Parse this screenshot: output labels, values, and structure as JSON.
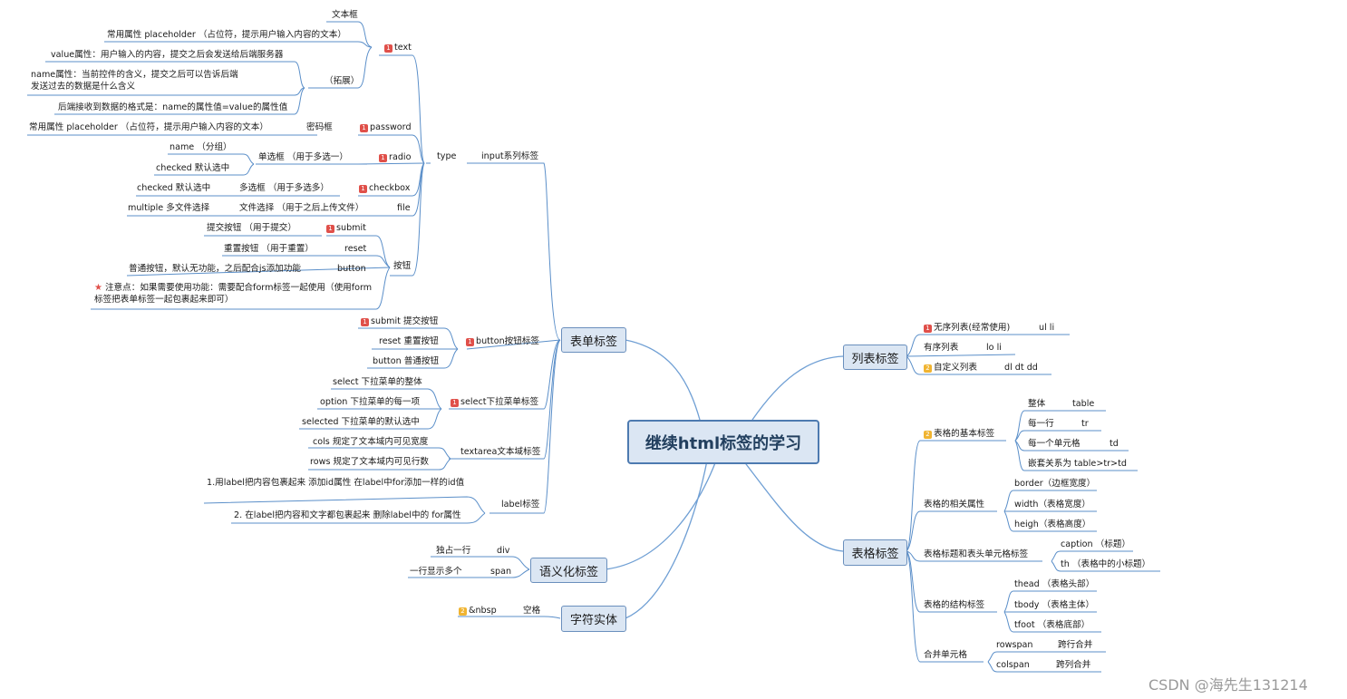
{
  "root": "继续html标签的学习",
  "branches": {
    "form": "表单标签",
    "semantic": "语义化标签",
    "entity": "字符实体",
    "list": "列表标签",
    "table": "表格标签"
  },
  "form": {
    "input": "input系列标签",
    "type": "type",
    "text": "text",
    "text_textbox": "文本框",
    "text_placeholder": "常用属性 placeholder （占位符，提示用户输入内容的文本）",
    "text_expand": "（拓展）",
    "text_value": "value属性：用户输入的内容，提交之后会发送给后端服务器",
    "text_name": "name属性：当前控件的含义，提交之后可以告诉后端发送过去的数据是什么含义",
    "text_format": "后端接收到数据的格式是：name的属性值=value的属性值",
    "password": "password",
    "password_box": "密码框",
    "password_placeholder": "常用属性 placeholder （占位符，提示用户输入内容的文本）",
    "radio": "radio",
    "radio_single": "单选框 （用于多选一）",
    "radio_name": "name （分组）",
    "radio_checked": "checked 默认选中",
    "checkbox": "checkbox",
    "checkbox_multi": "多选框 （用于多选多）",
    "checkbox_checked": "checked 默认选中",
    "file": "file",
    "file_select": "文件选择 （用于之后上传文件）",
    "file_multiple": "multiple 多文件选择",
    "btn": "按钮",
    "submit": "submit",
    "submit_desc": "提交按钮 （用于提交）",
    "reset": "reset",
    "reset_desc": "重置按钮 （用于重置）",
    "button": "button",
    "button_desc": "普通按钮，默认无功能，之后配合js添加功能",
    "note": "注意点：如果需要使用功能：需要配合form标签一起使用（使用form标签把表单标签一起包裹起来即可）",
    "buttontag": "button按钮标签",
    "bt_submit": "submit 提交按钮",
    "bt_reset": "reset 重置按钮",
    "bt_button": "button 普通按钮",
    "select": "select下拉菜单标签",
    "sel_select": "select 下拉菜单的整体",
    "sel_option": "option 下拉菜单的每一项",
    "sel_selected": "selected 下拉菜单的默认选中",
    "textarea": "textarea文本域标签",
    "ta_cols": "cols 规定了文本域内可见宽度",
    "ta_rows": "rows 规定了文本域内可见行数",
    "label": "label标签",
    "label_1": "1.用label把内容包裹起来  添加id属性   在label中for添加一样的id值",
    "label_2": "2. 在label把内容和文字都包裹起来  删除label中的 for属性"
  },
  "semantic": {
    "div": "div",
    "div_desc": "独占一行",
    "span": "span",
    "span_desc": "一行显示多个"
  },
  "entity": {
    "space": "空格",
    "nbsp": "&nbsp"
  },
  "list": {
    "ul_title": "无序列表(经常使用)",
    "ul": "ul   li",
    "ol_title": "有序列表",
    "ol": "lo li",
    "dl_title": "自定义列表",
    "dl": "dl  dt dd"
  },
  "table": {
    "basic": "表格的基本标签",
    "whole": "整体",
    "table": "table",
    "row": "每一行",
    "tr": "tr",
    "cell": "每一个单元格",
    "td": "td",
    "nest": "嵌套关系为 table>tr>td",
    "attrs": "表格的相关属性",
    "border": "border（边框宽度）",
    "width": "width（表格宽度）",
    "heigh": "heigh（表格高度）",
    "caption_group": "表格标题和表头单元格标签",
    "caption": "caption （标题）",
    "th": "th （表格中的小标题）",
    "structure": "表格的结构标签",
    "thead": "thead （表格头部）",
    "tbody": "tbody （表格主体）",
    "tfoot": "tfoot （表格底部）",
    "merge": "合并单元格",
    "rowspan": "rowspan",
    "rowspan_desc": "跨行合并",
    "colspan": "colspan",
    "colspan_desc": "跨列合并"
  },
  "markers": {
    "priority_1": "1",
    "priority_2": "2"
  },
  "colors": {
    "line": "#5b8fc9",
    "box_fill": "#dbe6f3",
    "box_border": "#6a8fbd",
    "root_border": "#4d7ab0",
    "marker_red": "#e0504a",
    "marker_yellow": "#f0b431"
  },
  "watermark": "CSDN @海先生131214"
}
